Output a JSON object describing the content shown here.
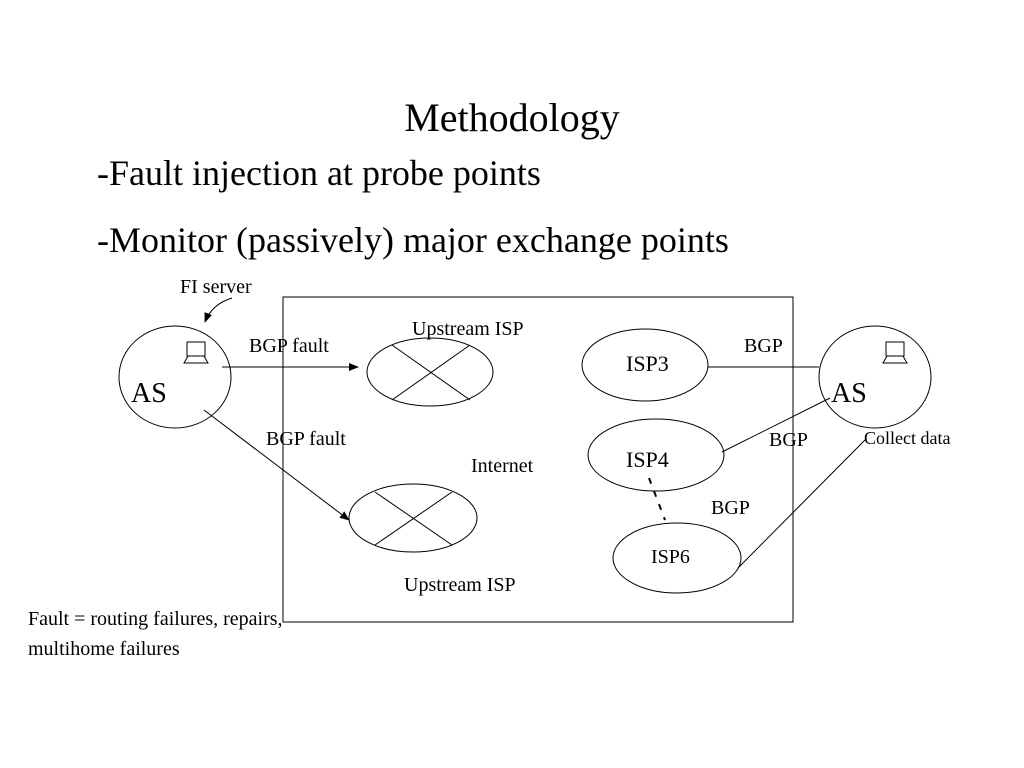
{
  "slide": {
    "title": "Methodology",
    "bullets": [
      "-Fault injection at probe points",
      "-Monitor (passively) major exchange points"
    ]
  },
  "diagram": {
    "fi_server_label": "FI server",
    "as_left_label": "AS",
    "as_right_label": "AS",
    "bgp_fault_1": "BGP fault",
    "bgp_fault_2": "BGP fault",
    "upstream_isp_top": "Upstream ISP",
    "upstream_isp_bottom": "Upstream ISP",
    "internet_label": "Internet",
    "isp3": "ISP3",
    "isp4": "ISP4",
    "isp6": "ISP6",
    "bgp_1": "BGP",
    "bgp_2": "BGP",
    "bgp_3": "BGP",
    "collect_data": "Collect data",
    "fault_note": "Fault = routing failures, repairs, multihome failures"
  }
}
